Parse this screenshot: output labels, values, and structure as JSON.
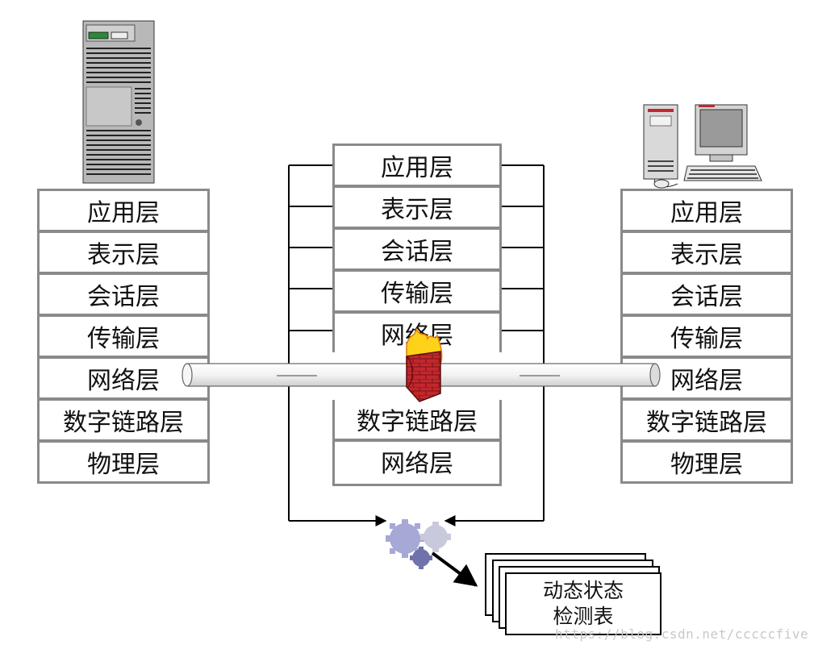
{
  "stacks": {
    "left": {
      "layers": [
        "应用层",
        "表示层",
        "会话层",
        "传输层",
        "网络层",
        "数字链路层",
        "物理层"
      ]
    },
    "middle": {
      "top_layers": [
        "应用层",
        "表示层",
        "会话层",
        "传输层",
        "网络层"
      ],
      "bottom_layers": [
        "数字链路层",
        "网络层"
      ]
    },
    "right": {
      "layers": [
        "应用层",
        "表示层",
        "会话层",
        "传输层",
        "网络层",
        "数字链路层",
        "物理层"
      ]
    }
  },
  "state_table": {
    "line1": "动态状态",
    "line2": "检测表"
  },
  "watermark": "https://blog.csdn.net/cccccfive",
  "icons": {
    "server": "server-tower-icon",
    "workstation": "desktop-computer-icon",
    "firewall": "firewall-icon",
    "engine": "gears-icon"
  },
  "colors": {
    "box_border": "#8a8a8a",
    "connector": "#000000",
    "pipe": "#e4e4e4",
    "firewall": "#c0282d",
    "flame": "#ffd21a",
    "gear": "#9c9fd0"
  }
}
